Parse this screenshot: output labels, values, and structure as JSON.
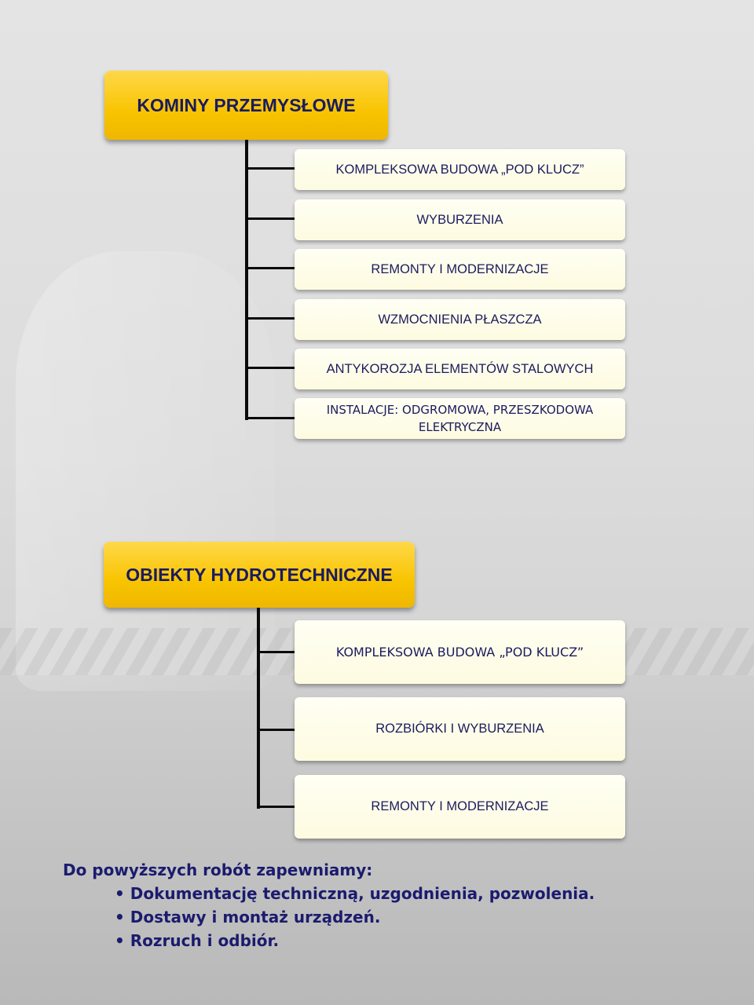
{
  "section1": {
    "title": "KOMINY PRZEMYSŁOWE",
    "items": [
      "KOMPLEKSOWA BUDOWA „POD KLUCZ”",
      "WYBURZENIA",
      "REMONTY I MODERNIZACJE",
      "WZMOCNIENIA PŁASZCZA",
      "ANTYKOROZJA ELEMENTÓW STALOWYCH",
      "INSTALACJE: ODGROMOWA, PRZESZKODOWA ELEKTRYCZNA"
    ]
  },
  "section2": {
    "title": "OBIEKTY HYDROTECHNICZNE",
    "items": [
      "KOMPLEKSOWA BUDOWA „POD KLUCZ”",
      "ROZBIÓRKI I WYBURZENIA",
      "REMONTY I MODERNIZACJE"
    ]
  },
  "notes": {
    "heading": "Do powyższych robót zapewniamy:",
    "bullets": [
      "Dokumentację techniczną, uzgodnienia, pozwolenia.",
      "Dostawy i montaż urządzeń.",
      "Rozruch i odbiór."
    ]
  },
  "colors": {
    "header_fill": "#f8c400",
    "item_fill": "#fdfbe0",
    "text": "#1b1b5f",
    "connector": "#0a0a0a"
  }
}
